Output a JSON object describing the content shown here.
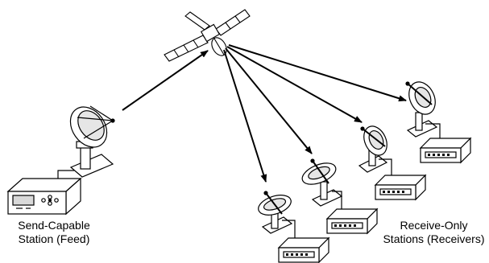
{
  "labels": {
    "send_line1": "Send-Capable",
    "send_line2": "Station (Feed)",
    "recv_line1": "Receive-Only",
    "recv_line2": "Stations (Receivers)"
  },
  "colors": {
    "line": "#000000",
    "fill": "#ffffff",
    "shade": "#d9d9d9"
  },
  "icons": [
    "satellite-icon",
    "satellite-dish-icon",
    "transmitter-device-icon",
    "receiver-device-icon"
  ]
}
